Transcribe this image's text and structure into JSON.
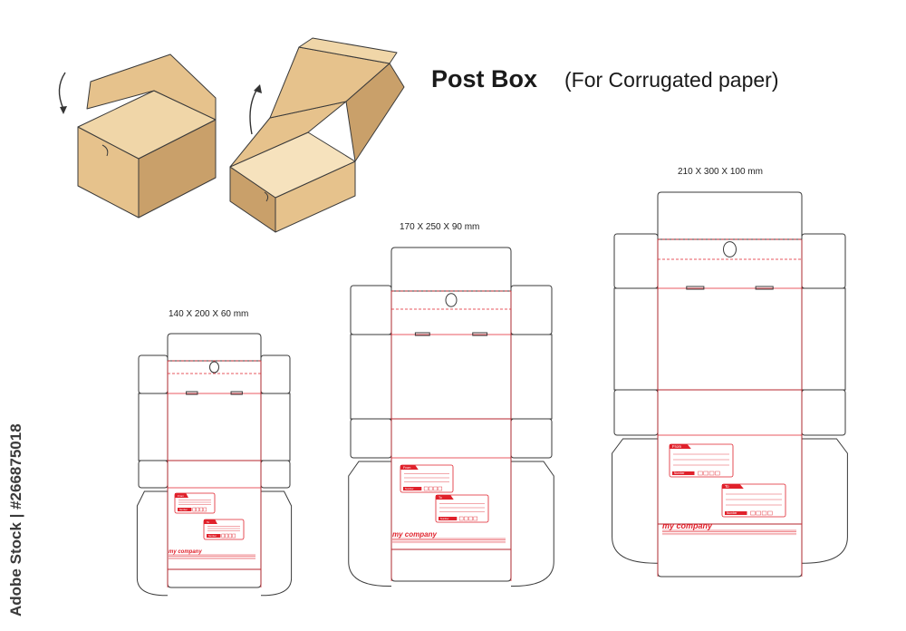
{
  "title": "Post Box",
  "subtitle": "(For Corrugated paper)",
  "watermark": "Adobe Stock | #266875018",
  "labels": {
    "small": "140 X 200 X 60 mm",
    "medium": "170 X 250 X 90 mm",
    "large": "210 X 300 X 100 mm"
  },
  "label_card": {
    "from": "From",
    "to": "To",
    "number": "Number"
  },
  "company": "my company",
  "colors": {
    "outline": "#3a3a3a",
    "fold": "#e0212b",
    "carton": "#e6c28c",
    "carton_dark": "#c9a06a",
    "arrow": "#333333"
  }
}
